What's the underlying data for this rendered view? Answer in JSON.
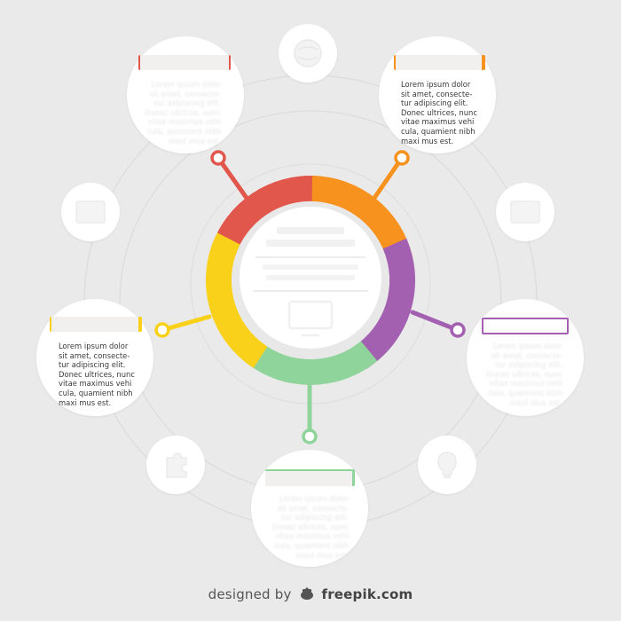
{
  "colors": {
    "background": "#ebeaeb",
    "red": "#e2574c",
    "orange": "#f7921e",
    "purple": "#a35fb0",
    "green": "#8fd49a",
    "yellow": "#f9d11b",
    "ring_line": "#dddcdc"
  },
  "cards": {
    "top_left": {
      "text": "Lorem ipsum dolor\nsit amet, consecte-\ntur adipiscing elit.\nDonec ultrices, nunc\nvitae maximus vehi\ncula, quamient nibh\nmaxi mus est."
    },
    "top_right": {
      "text": "Lorem ipsum dolor\nsit amet, consecte-\ntur adipiscing elit.\nDonec ultrices, nunc\nvitae maximus vehi\ncula, quamient nibh\nmaxi mus est."
    },
    "left": {
      "text": "Lorem ipsum dolor\nsit amet, consecte-\ntur adipiscing elit.\nDonec ultrices, nunc\nvitae maximus vehi\ncula, quamient nibh\nmaxi mus est."
    },
    "right": {
      "text": "Lorem ipsum dolor\nsit amet, consecte-\ntur adipiscing elit.\nDonec ultrices, nunc\nvitae maximus vehi\ncula, quamient nibh\nmaxi mus est."
    },
    "bottom": {
      "text": "Lorem ipsum dolor\nsit amet, consecte-\ntur adipiscing elit.\nDonec ultrices, nunc\nvitae maximus vehi\ncula, quamient nibh\nmaxi mus est."
    }
  },
  "icons": {
    "top": "globe-icon",
    "left": "screen-icon",
    "right": "screen-icon",
    "bottom_left": "puzzle-icon",
    "bottom_right": "bulb-icon",
    "center": "monitor-icon"
  },
  "credit": {
    "prefix": "designed by",
    "brand": "freepik.com"
  }
}
